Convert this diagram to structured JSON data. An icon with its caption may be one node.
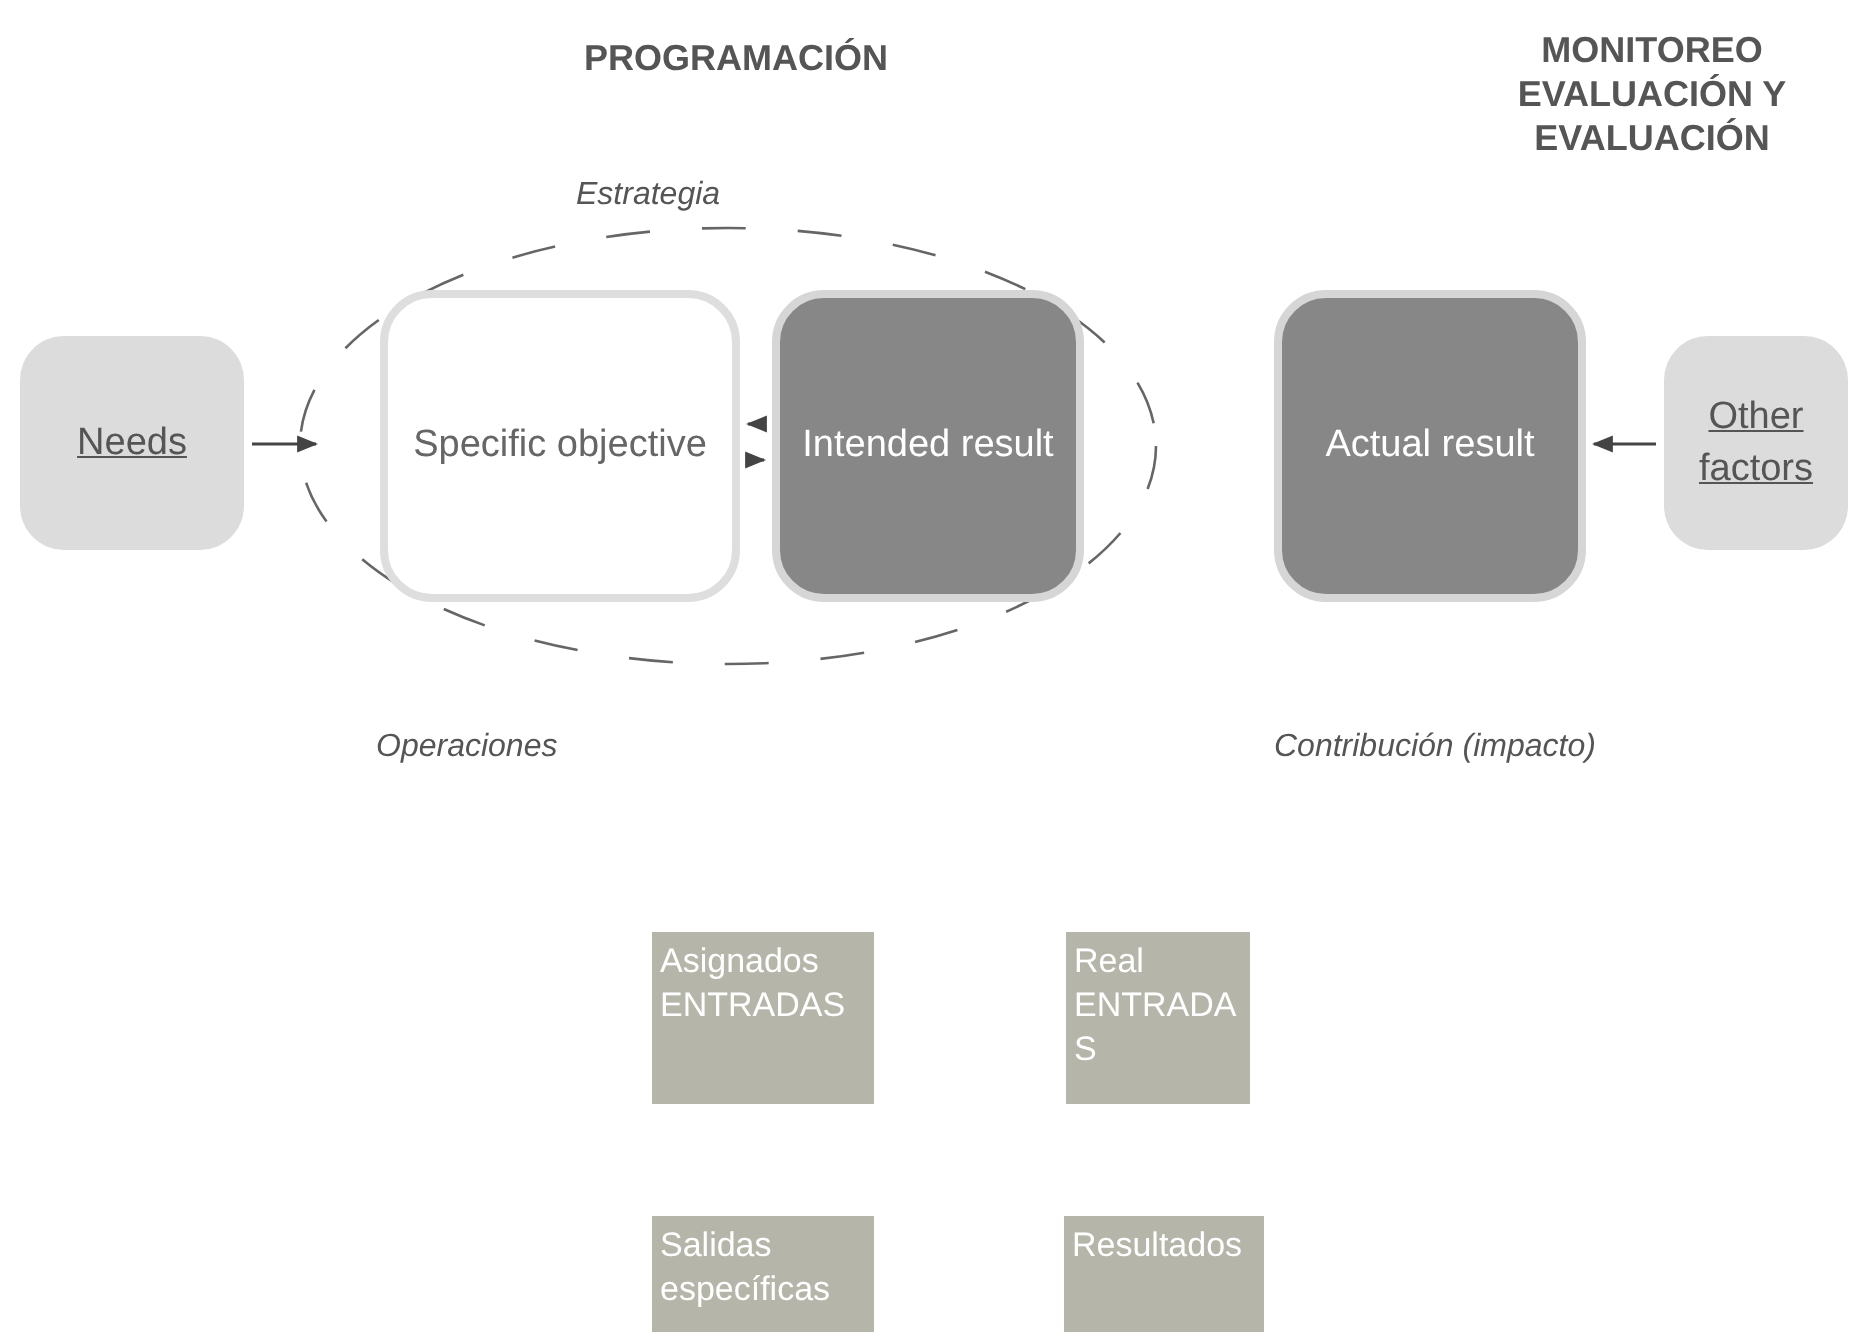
{
  "diagram": {
    "nodes": [
      {
        "text": [
          "Needs"
        ]
      },
      {
        "text": [],
        "shape": "circle"
      },
      {
        "text": [
          "Specific objective"
        ],
        "in": 1
      },
      {
        "text": [
          "Intended result"
        ],
        "in": 1
      },
      {
        "text": [
          "Actual result"
        ]
      },
      {
        "text": [
          "Other factors"
        ]
      },
      {
        "text": [
          "Asignados ENTRADAS"
        ]
      },
      {
        "text": [
          "Real ENTRADAS"
        ]
      },
      {
        "text": [
          "Salidas específicas"
        ]
      },
      {
        "text": [
          "Resultados"
        ]
      }
    ],
    "edges": [
      {
        "from": 0,
        "to": 1,
        "arrow": "to"
      },
      {
        "from": 3,
        "to": 2,
        "arrow": "to"
      },
      {
        "from": 2,
        "to": 3,
        "arrow": "to"
      },
      {
        "from": 5,
        "to": 4,
        "arrow": "to"
      }
    ],
    "labels": [
      "PROGRAMACIÓN",
      "MONITOREO EVALUACIÓN Y EVALUACIÓN",
      "Estrategia",
      "Operaciones",
      "Contribución (impacto)"
    ]
  }
}
